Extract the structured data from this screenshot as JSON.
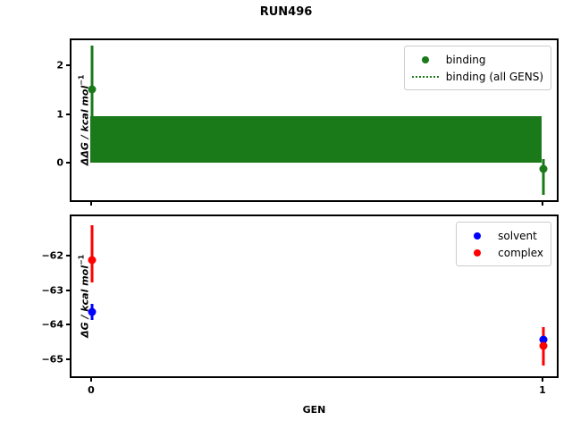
{
  "figure": {
    "title": "RUN496",
    "xlabel": "GEN",
    "xticklabels": [
      "0",
      "1"
    ],
    "colors": {
      "binding": "#1a7a1a",
      "solvent": "#0000ff",
      "complex": "#ff0000",
      "axis": "#000000",
      "background": "#ffffff"
    }
  },
  "top_panel": {
    "ylabel_main": "ΔΔG / kcal mol",
    "ylabel_exp": "−1",
    "yticklabels": [
      "2",
      "1",
      "0"
    ],
    "legend": [
      {
        "label": "binding",
        "marker": "filled-circle",
        "color": "#1a7a1a"
      },
      {
        "label": "binding (all GENS)",
        "marker": "dotted-line",
        "color": "#1a7a1a"
      }
    ]
  },
  "bottom_panel": {
    "ylabel_main": "ΔG / kcal mol",
    "ylabel_exp": "−1",
    "yticklabels": [
      "−62",
      "−63",
      "−64",
      "−65"
    ],
    "legend": [
      {
        "label": "solvent",
        "marker": "filled-circle",
        "color": "#0000ff"
      },
      {
        "label": "complex",
        "marker": "filled-circle",
        "color": "#ff0000"
      }
    ]
  },
  "chart_data": [
    {
      "type": "scatter",
      "panel": "top",
      "title": "RUN496",
      "xlabel": "GEN",
      "ylabel": "ΔΔG / kcal mol⁻¹",
      "x": [
        0,
        1
      ],
      "xticks": [
        0,
        1
      ],
      "xlim": [
        -0.042,
        1.036
      ],
      "yticks": [
        2,
        1,
        0
      ],
      "ylim": [
        -0.84,
        2.53
      ],
      "grid": false,
      "legend_position": "upper right",
      "series": [
        {
          "name": "binding",
          "color": "#1a7a1a",
          "marker": "o",
          "values": [
            1.5,
            -0.15
          ],
          "yerr_low": [
            0.6,
            0.5
          ],
          "yerr_high": [
            0.9,
            0.2
          ]
        },
        {
          "name": "binding (all GENS)",
          "color": "#1a7a1a",
          "style": "dotted-hline-band",
          "value": 0.47,
          "band_low": 0.0,
          "band_high": 0.95
        }
      ]
    },
    {
      "type": "scatter",
      "panel": "bottom",
      "xlabel": "GEN",
      "ylabel": "ΔG / kcal mol⁻¹",
      "x": [
        0,
        1
      ],
      "xticks": [
        0,
        1
      ],
      "xlim": [
        -0.042,
        1.036
      ],
      "yticks": [
        -62,
        -63,
        -64,
        -65
      ],
      "ylim": [
        -65.4,
        -61.54
      ],
      "grid": false,
      "legend_position": "upper right",
      "series": [
        {
          "name": "solvent",
          "color": "#0000ff",
          "marker": "o",
          "values": [
            -63.65,
            -64.45
          ],
          "yerr_low": [
            0.24,
            0.08
          ],
          "yerr_high": [
            0.22,
            0.08
          ]
        },
        {
          "name": "complex",
          "color": "#ff0000",
          "marker": "o",
          "values": [
            -62.15,
            -64.63
          ],
          "yerr_low": [
            0.8,
            0.44
          ],
          "yerr_high": [
            0.85,
            0.55
          ]
        }
      ]
    }
  ]
}
